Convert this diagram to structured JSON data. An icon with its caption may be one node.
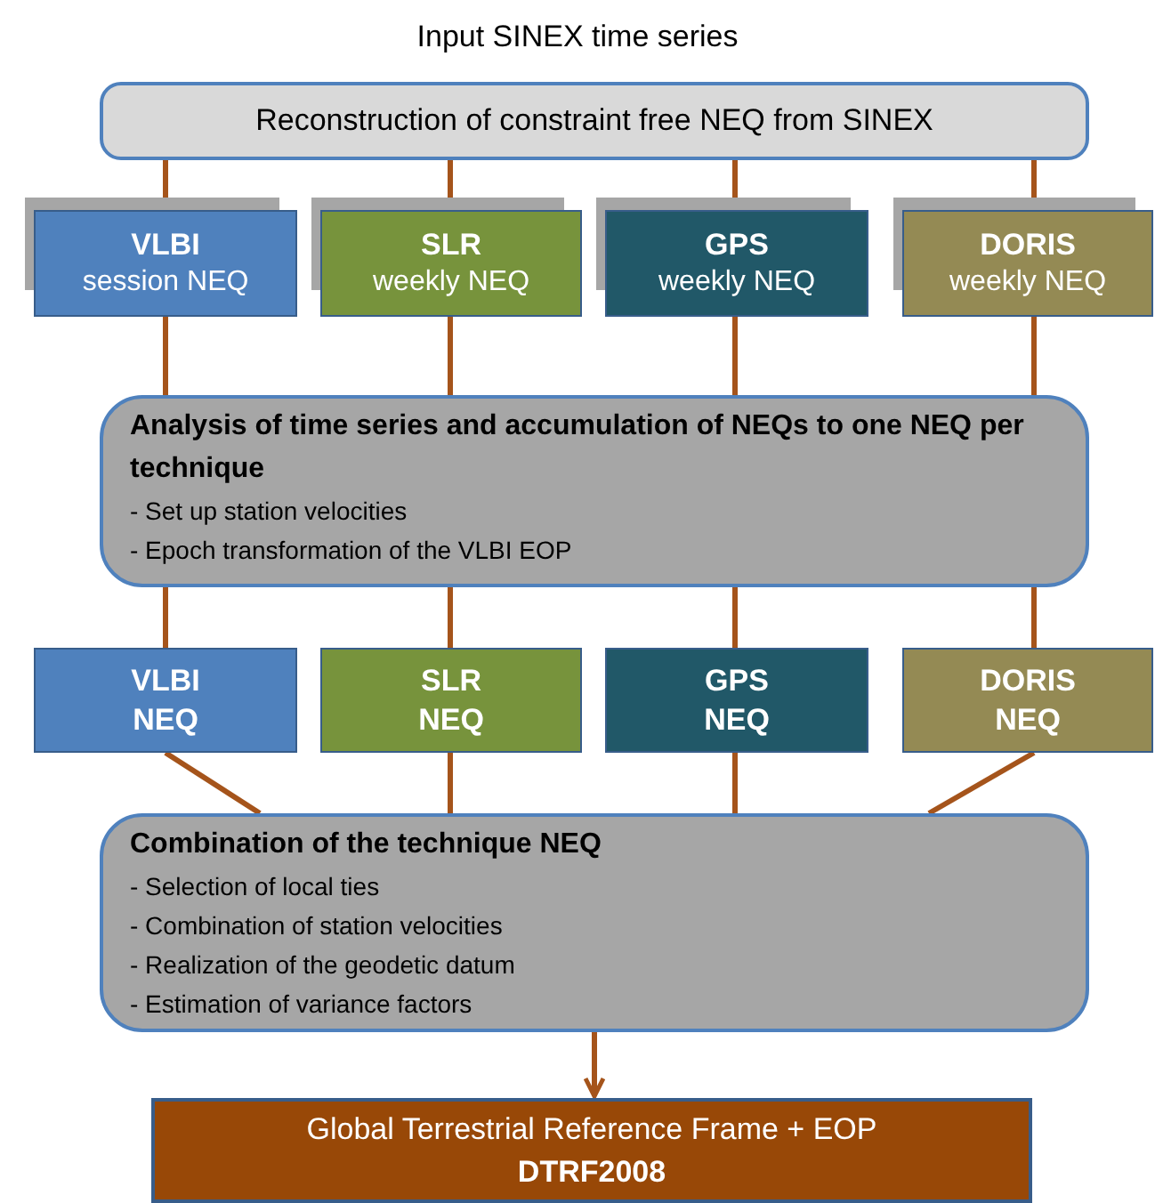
{
  "diagram": {
    "title": "Input SINEX time series",
    "nodes": [
      {
        "text": [
          "Reconstruction of constraint free NEQ from SINEX"
        ]
      },
      {
        "text": [
          "VLBI",
          "session NEQ"
        ]
      },
      {
        "text": [
          "SLR",
          "weekly NEQ"
        ]
      },
      {
        "text": [
          "GPS",
          "weekly NEQ"
        ]
      },
      {
        "text": [
          "DORIS",
          "weekly NEQ"
        ]
      },
      {
        "text": [
          "Analysis of time series and accumulation of NEQs to one NEQ per technique",
          "- Set up station velocities",
          "- Epoch transformation of the VLBI EOP"
        ]
      },
      {
        "text": [
          "VLBI",
          "NEQ"
        ]
      },
      {
        "text": [
          "SLR",
          "NEQ"
        ]
      },
      {
        "text": [
          "GPS",
          "NEQ"
        ]
      },
      {
        "text": [
          "DORIS",
          "NEQ"
        ]
      },
      {
        "text": [
          "Combination of the technique NEQ",
          "- Selection of local ties",
          "- Combination of station velocities",
          "- Realization of the geodetic datum",
          "- Estimation of variance factors"
        ]
      },
      {
        "text": [
          "Global Terrestrial Reference Frame + EOP",
          "DTRF2008"
        ]
      }
    ],
    "edges": [
      {
        "from": 0,
        "to": 1,
        "arrow": "none"
      },
      {
        "from": 0,
        "to": 2,
        "arrow": "none"
      },
      {
        "from": 0,
        "to": 3,
        "arrow": "none"
      },
      {
        "from": 0,
        "to": 4,
        "arrow": "none"
      },
      {
        "from": 1,
        "to": 5,
        "arrow": "none"
      },
      {
        "from": 2,
        "to": 5,
        "arrow": "none"
      },
      {
        "from": 3,
        "to": 5,
        "arrow": "none"
      },
      {
        "from": 4,
        "to": 5,
        "arrow": "none"
      },
      {
        "from": 5,
        "to": 6,
        "arrow": "none"
      },
      {
        "from": 5,
        "to": 7,
        "arrow": "none"
      },
      {
        "from": 5,
        "to": 8,
        "arrow": "none"
      },
      {
        "from": 5,
        "to": 9,
        "arrow": "none"
      },
      {
        "from": 6,
        "to": 10,
        "arrow": "none"
      },
      {
        "from": 7,
        "to": 10,
        "arrow": "none"
      },
      {
        "from": 8,
        "to": 10,
        "arrow": "none"
      },
      {
        "from": 9,
        "to": 10,
        "arrow": "none"
      },
      {
        "from": 10,
        "to": 11,
        "arrow": "to"
      }
    ]
  }
}
